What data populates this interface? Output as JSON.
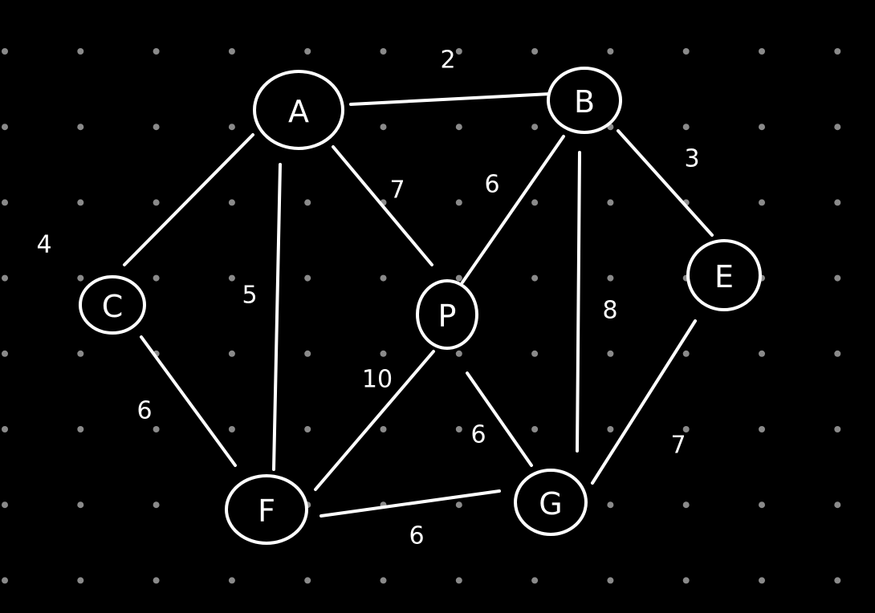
{
  "colors": {
    "background": "#000000",
    "stroke": "#ffffff",
    "dots": "#8a8a8a"
  },
  "nodes": [
    {
      "id": "A",
      "label": "A"
    },
    {
      "id": "B",
      "label": "B"
    },
    {
      "id": "C",
      "label": "C"
    },
    {
      "id": "P",
      "label": "P"
    },
    {
      "id": "E",
      "label": "E"
    },
    {
      "id": "F",
      "label": "F"
    },
    {
      "id": "G",
      "label": "G"
    }
  ],
  "edges": [
    {
      "from": "A",
      "to": "B",
      "weight": "2"
    },
    {
      "from": "A",
      "to": "C",
      "weight": "4"
    },
    {
      "from": "A",
      "to": "F",
      "weight": "5"
    },
    {
      "from": "A",
      "to": "P",
      "weight": "7"
    },
    {
      "from": "B",
      "to": "P",
      "weight": "6"
    },
    {
      "from": "B",
      "to": "G",
      "weight": "8"
    },
    {
      "from": "B",
      "to": "E",
      "weight": "3"
    },
    {
      "from": "C",
      "to": "F",
      "weight": "6"
    },
    {
      "from": "F",
      "to": "P",
      "weight": "10"
    },
    {
      "from": "P",
      "to": "G",
      "weight": "6"
    },
    {
      "from": "F",
      "to": "G",
      "weight": "6"
    },
    {
      "from": "E",
      "to": "G",
      "weight": "7"
    }
  ]
}
